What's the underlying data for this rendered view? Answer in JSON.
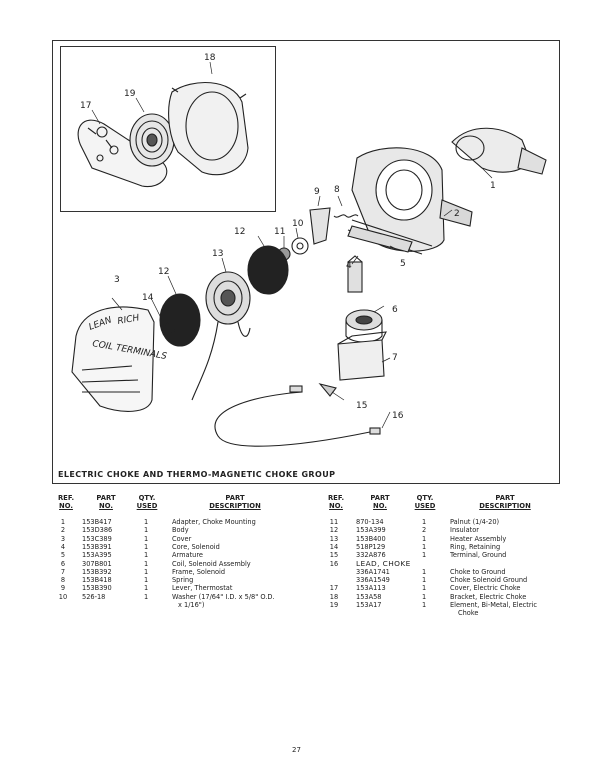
{
  "caption": "ELECTRIC CHOKE AND THERMO-MAGNETIC CHOKE GROUP",
  "callouts": [
    "1",
    "2",
    "3",
    "4",
    "5",
    "6",
    "7",
    "8",
    "9",
    "10",
    "11",
    "12",
    "12",
    "13",
    "14",
    "15",
    "16",
    "17",
    "18",
    "19"
  ],
  "headers": {
    "ref_1": "REF.",
    "ref_2": "NO.",
    "part_1": "PART",
    "part_2": "NO.",
    "qty_1": "QTY.",
    "qty_2": "USED",
    "desc_1": "PART",
    "desc_2": "DESCRIPTION"
  },
  "left_table": [
    {
      "ref": "1",
      "part": "153B417",
      "qty": "1",
      "desc": "Adapter, Choke Mounting"
    },
    {
      "ref": "2",
      "part": "153D386",
      "qty": "1",
      "desc": "Body"
    },
    {
      "ref": "3",
      "part": "153C389",
      "qty": "1",
      "desc": "Cover"
    },
    {
      "ref": "4",
      "part": "153B391",
      "qty": "1",
      "desc": "Core, Solenoid"
    },
    {
      "ref": "5",
      "part": "153A395",
      "qty": "1",
      "desc": "Armature"
    },
    {
      "ref": "6",
      "part": "307B801",
      "qty": "1",
      "desc": "Coil, Solenoid Assembly"
    },
    {
      "ref": "7",
      "part": "153B392",
      "qty": "1",
      "desc": "Frame, Solenoid"
    },
    {
      "ref": "8",
      "part": "153B418",
      "qty": "1",
      "desc": "Spring"
    },
    {
      "ref": "9",
      "part": "153B390",
      "qty": "1",
      "desc": "Lever, Thermostat"
    },
    {
      "ref": "10",
      "part": "526-18",
      "qty": "1",
      "desc": "Washer (17/64\" I.D. x 5/8\" O.D."
    },
    {
      "ref": "",
      "part": "",
      "qty": "",
      "desc": "x 1/16\")"
    }
  ],
  "right_table": [
    {
      "ref": "11",
      "part": "870-134",
      "qty": "1",
      "desc": "Palnut (1/4-20)"
    },
    {
      "ref": "12",
      "part": "153A399",
      "qty": "2",
      "desc": "Insulator"
    },
    {
      "ref": "13",
      "part": "153B400",
      "qty": "1",
      "desc": "Heater Assembly"
    },
    {
      "ref": "14",
      "part": "518P129",
      "qty": "1",
      "desc": "Ring, Retaining"
    },
    {
      "ref": "15",
      "part": "332A876",
      "qty": "1",
      "desc": "Terminal, Ground"
    },
    {
      "ref": "16",
      "part": "LEAD, CHOKE",
      "qty": "",
      "desc": ""
    },
    {
      "ref": "",
      "part": "336A1741",
      "qty": "1",
      "desc": "Choke to Ground"
    },
    {
      "ref": "",
      "part": "336A1549",
      "qty": "1",
      "desc": "Choke Solenoid Ground"
    },
    {
      "ref": "17",
      "part": "153A113",
      "qty": "1",
      "desc": "Cover, Electric Choke"
    },
    {
      "ref": "18",
      "part": "153A58",
      "qty": "1",
      "desc": "Bracket, Electric Choke"
    },
    {
      "ref": "19",
      "part": "153A17",
      "qty": "1",
      "desc": "Element, Bi-Metal, Electric"
    },
    {
      "ref": "",
      "part": "",
      "qty": "",
      "desc": "Choke"
    }
  ],
  "cover_text": [
    "LEAN",
    "RICH",
    "COIL TERMINALS"
  ],
  "page_number": "27"
}
